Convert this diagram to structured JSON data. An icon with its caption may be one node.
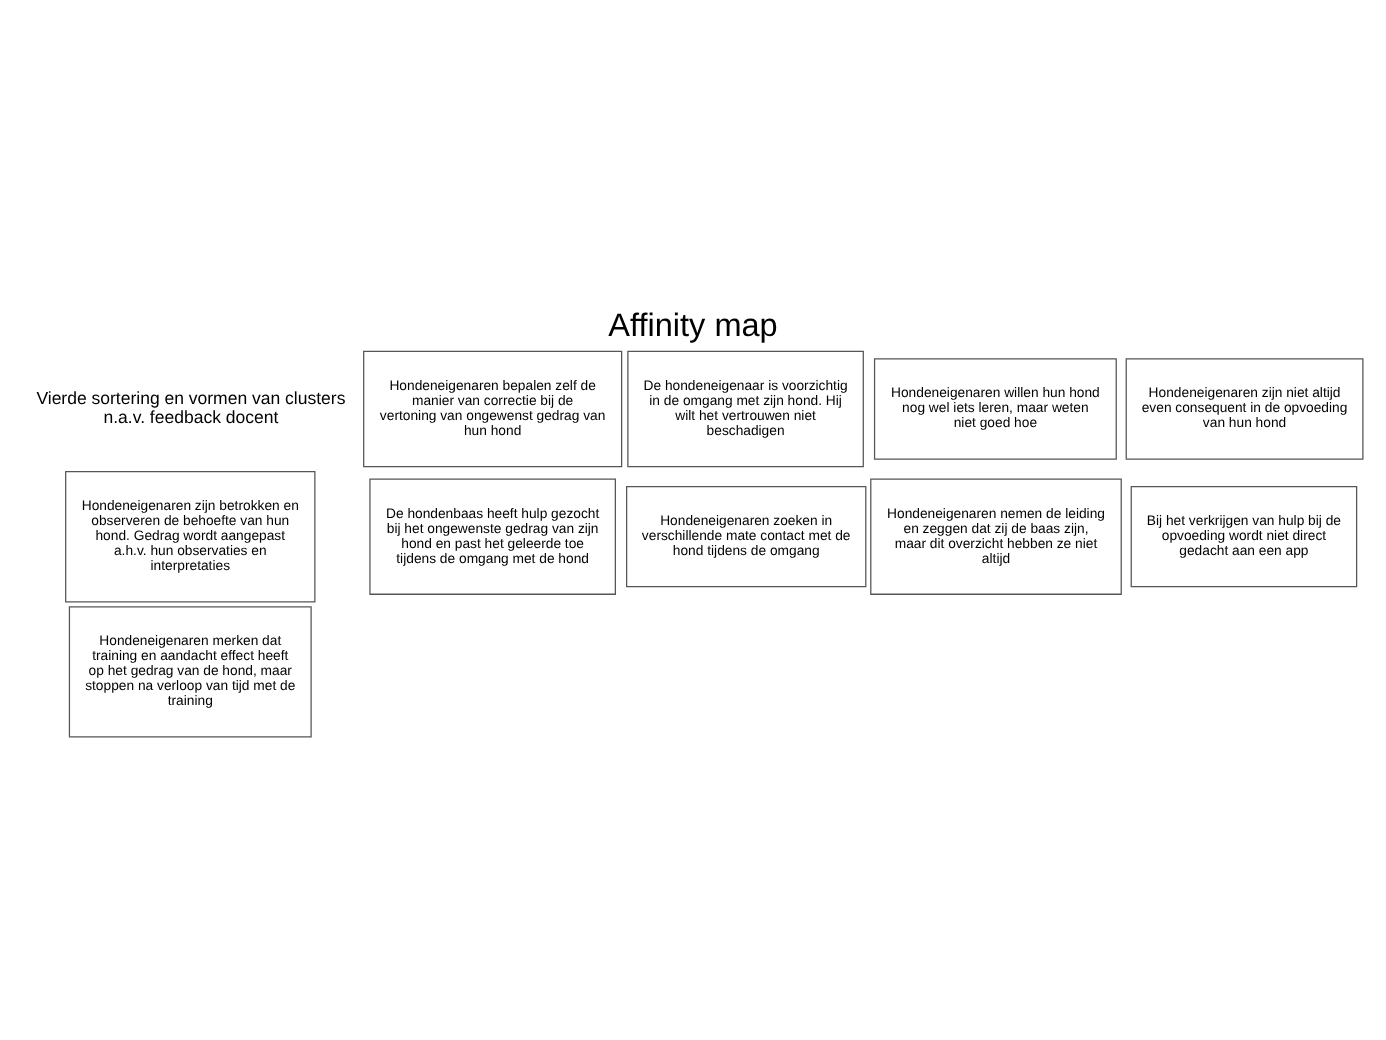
{
  "diagram": {
    "title": "Affinity map",
    "nodes": [
      {
        "text": [
          "Hondeneigenaren bepalen zelf de manier van correctie bij de vertoning van ongewenst gedrag van hun hond"
        ]
      },
      {
        "text": [
          "De hondeneigenaar is voorzichtig in de omgang met zijn hond. Hij wilt het vertrouwen niet beschadigen"
        ]
      },
      {
        "text": [
          "Hondeneigenaren willen hun hond nog wel iets leren, maar weten niet goed hoe"
        ]
      },
      {
        "text": [
          "Hondeneigenaren zijn niet altijd even consequent in de opvoeding van hun hond"
        ]
      },
      {
        "text": [
          "Hondeneigenaren zijn betrokken en observeren de behoefte van hun hond. Gedrag wordt aangepast a.h.v. hun observaties en interpretaties"
        ]
      },
      {
        "text": [
          "De hondenbaas heeft hulp gezocht bij het ongewenste gedrag van zijn hond en past het geleerde toe tijdens de omgang met de hond"
        ]
      },
      {
        "text": [
          "Hondeneigenaren zoeken in verschillende mate contact met de hond tijdens de omgang"
        ]
      },
      {
        "text": [
          "Hondeneigenaren nemen de leiding en zeggen dat zij de baas zijn, maar dit overzicht hebben ze niet altijd"
        ]
      },
      {
        "text": [
          "Bij het verkrijgen van hulp bij de opvoeding wordt niet direct gedacht aan een app"
        ]
      },
      {
        "text": [
          "Hondeneigenaren merken dat training en aandacht effect heeft op het gedrag van de hond, maar stoppen na verloop van tijd met de training"
        ]
      }
    ],
    "edges": [],
    "labels": [
      "Vierde sortering en vormen van clusters n.a.v. feedback docent"
    ]
  }
}
